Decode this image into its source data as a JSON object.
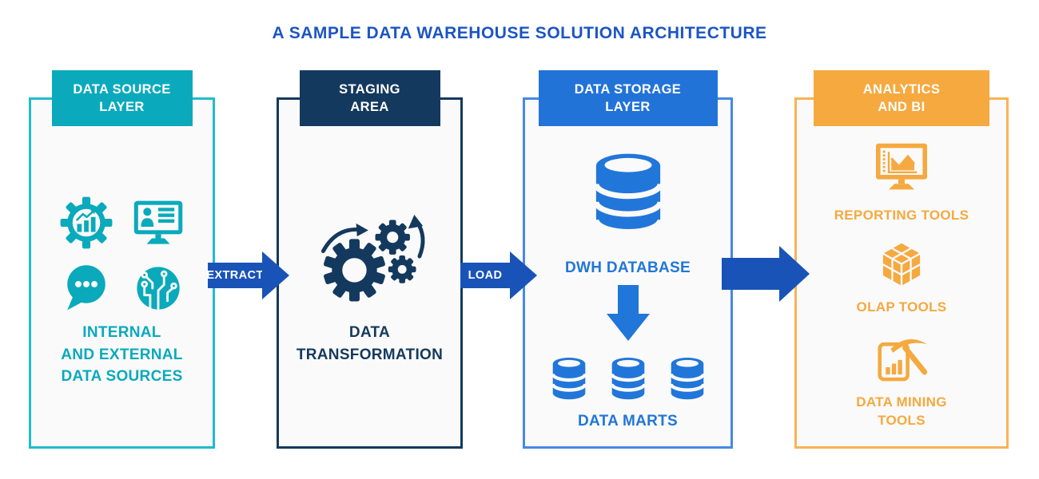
{
  "title": "A SAMPLE DATA WAREHOUSE SOLUTION ARCHITECTURE",
  "colors": {
    "title": "#1C55C4",
    "teal": "#0AAABC",
    "teal_border": "#1FBCCC",
    "navy": "#14395E",
    "blue": "#2176D9",
    "blue_header": "#2273D8",
    "blue_border": "#4589E5",
    "orange": "#F5A93F",
    "orange_border": "#F9B255",
    "flow_arrow_blue": "#1A53B8",
    "panel_background": "#FAFAFA"
  },
  "arrows": {
    "extract_label": "EXTRACT",
    "load_label": "LOAD",
    "storage_to_analytics_label": ""
  },
  "columns": [
    {
      "id": "data-source-layer",
      "header": "DATA SOURCE\nLAYER",
      "icons": [
        "gear-chart-icon",
        "monitor-user-icon",
        "chat-bubble-icon",
        "circuit-board-icon"
      ],
      "caption": "INTERNAL\nAND EXTERNAL\nDATA SOURCES"
    },
    {
      "id": "staging-area",
      "header": "STAGING\nAREA",
      "icons": [
        "gears-icon"
      ],
      "caption": "DATA\nTRANSFORMATION"
    },
    {
      "id": "data-storage-layer",
      "header": "DATA STORAGE\nLAYER",
      "icons": [
        "database-icon",
        "down-arrow-icon",
        "data-mart-icon",
        "data-mart-icon",
        "data-mart-icon"
      ],
      "dwh_label": "DWH DATABASE",
      "marts_label": "DATA MARTS"
    },
    {
      "id": "analytics-and-bi",
      "header": "ANALYTICS\nAND BI",
      "tools": [
        {
          "icon": "reporting-monitor-icon",
          "label": "REPORTING TOOLS"
        },
        {
          "icon": "olap-cube-icon",
          "label": "OLAP TOOLS"
        },
        {
          "icon": "data-mining-icon",
          "label": "DATA MINING\nTOOLS"
        }
      ]
    }
  ]
}
